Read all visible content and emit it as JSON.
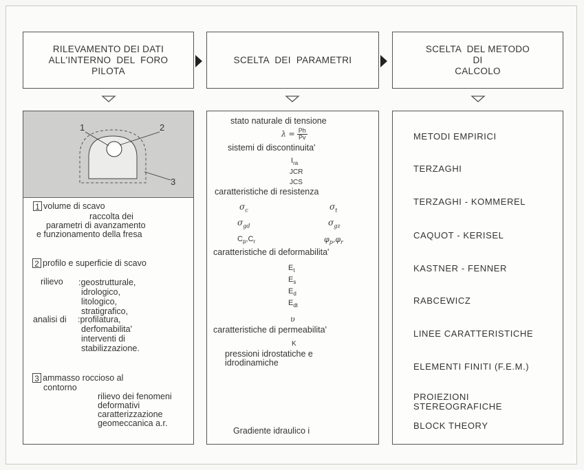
{
  "headers": [
    [
      "RILEVAMENTO DEI DATI",
      "ALL'INTERNO  DEL  FORO",
      "PILOTA"
    ],
    [
      "SCELTA  DEI  PARAMETRI"
    ],
    [
      "SCELTA  DEL METODO",
      "DI",
      "CALCOLO"
    ]
  ],
  "left": {
    "callouts": [
      "1",
      "2",
      "3"
    ],
    "s1": {
      "num": "1",
      "lines": [
        "volume di scavo",
        "raccolta dei",
        "parametri di avanzamento",
        "e funzionamento della fresa"
      ]
    },
    "s2": {
      "num": "2",
      "title": "profilo e superficie di scavo",
      "rilievo": "rilievo",
      "rilievo_items": [
        ":geostrutturale,",
        "idrologico,",
        "litologico,",
        "stratigrafico,"
      ],
      "analisi": "analisi di",
      "analisi_items": [
        ":profilatura,",
        "derfomabilita'",
        "interventi  di",
        "stabilizzazione."
      ]
    },
    "s3": {
      "num": "3",
      "lines": [
        "ammasso roccioso al",
        "contorno",
        "rilievo dei fenomeni",
        "deformativi",
        "caratterizzazione",
        "geomeccanica a.r."
      ]
    }
  },
  "middle": {
    "l1": "stato naturale di tensione",
    "lambda": "λ =",
    "frac_num": "Ph",
    "frac_den": "Pv",
    "l2": "sistemi di discontinuita'",
    "ira": "I",
    "ira_sub": "ra",
    "jcr": "JCR",
    "jcs": "JCS",
    "l3": "caratteristiche di resistenza",
    "sig_c": "σ",
    "sig_c_sub": "c",
    "sig_t": "σ",
    "sig_t_sub": "t",
    "sig_gd": "σ",
    "sig_gd_sub": "gd",
    "sig_gz": "σ",
    "sig_gz_sub": "gz",
    "cpcr": "C",
    "cp_sub": "p",
    "cr_sub": "r",
    "phi": "φ",
    "phi_p_sub": "p",
    "phi_r_sub": "r",
    "l4": "caratteristiche di deformabilita'",
    "e_items": [
      {
        "b": "E",
        "s": "t"
      },
      {
        "b": "E",
        "s": "s"
      },
      {
        "b": "E",
        "s": "d"
      },
      {
        "b": "E",
        "s": "dt"
      }
    ],
    "nu": "υ",
    "l5": "caratteristiche di permeabilita'",
    "k": "K",
    "l6": "pressioni  idrostatiche e",
    "l7": "idrodinamiche",
    "l8": "Gradiente idraulico  i"
  },
  "methods": [
    "METODI  EMPIRICI",
    "TERZAGHI",
    "TERZAGHI - KOMMEREL",
    "CAQUOT  -  KERISEL",
    "KASTNER  -  FENNER",
    "RABCEWICZ",
    "LINEE  CARATTERISTICHE",
    "ELEMENTI  FINITI  (F.E.M.)",
    "PROIEZIONI",
    "STEREOGRAFICHE",
    "BLOCK  THEORY"
  ]
}
